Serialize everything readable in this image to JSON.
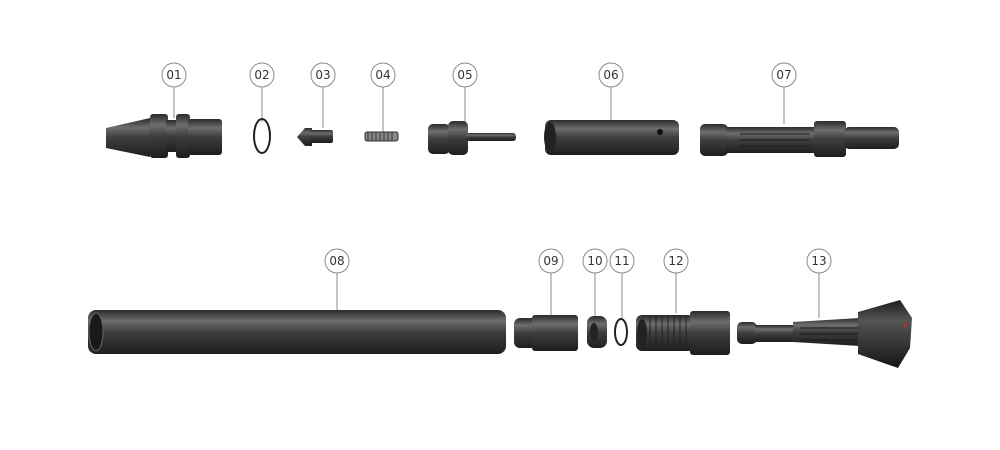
{
  "parts": [
    {
      "label": "01"
    },
    {
      "label": "02"
    },
    {
      "label": "03"
    },
    {
      "label": "04"
    },
    {
      "label": "05"
    },
    {
      "label": "06"
    },
    {
      "label": "07"
    },
    {
      "label": "08"
    },
    {
      "label": "09"
    },
    {
      "label": "10"
    },
    {
      "label": "11"
    },
    {
      "label": "12"
    },
    {
      "label": "13"
    }
  ],
  "colors": {
    "metal": "#3c3c3c",
    "highlight": "#7a7a7a",
    "callout_stroke": "#8a8a8a"
  }
}
